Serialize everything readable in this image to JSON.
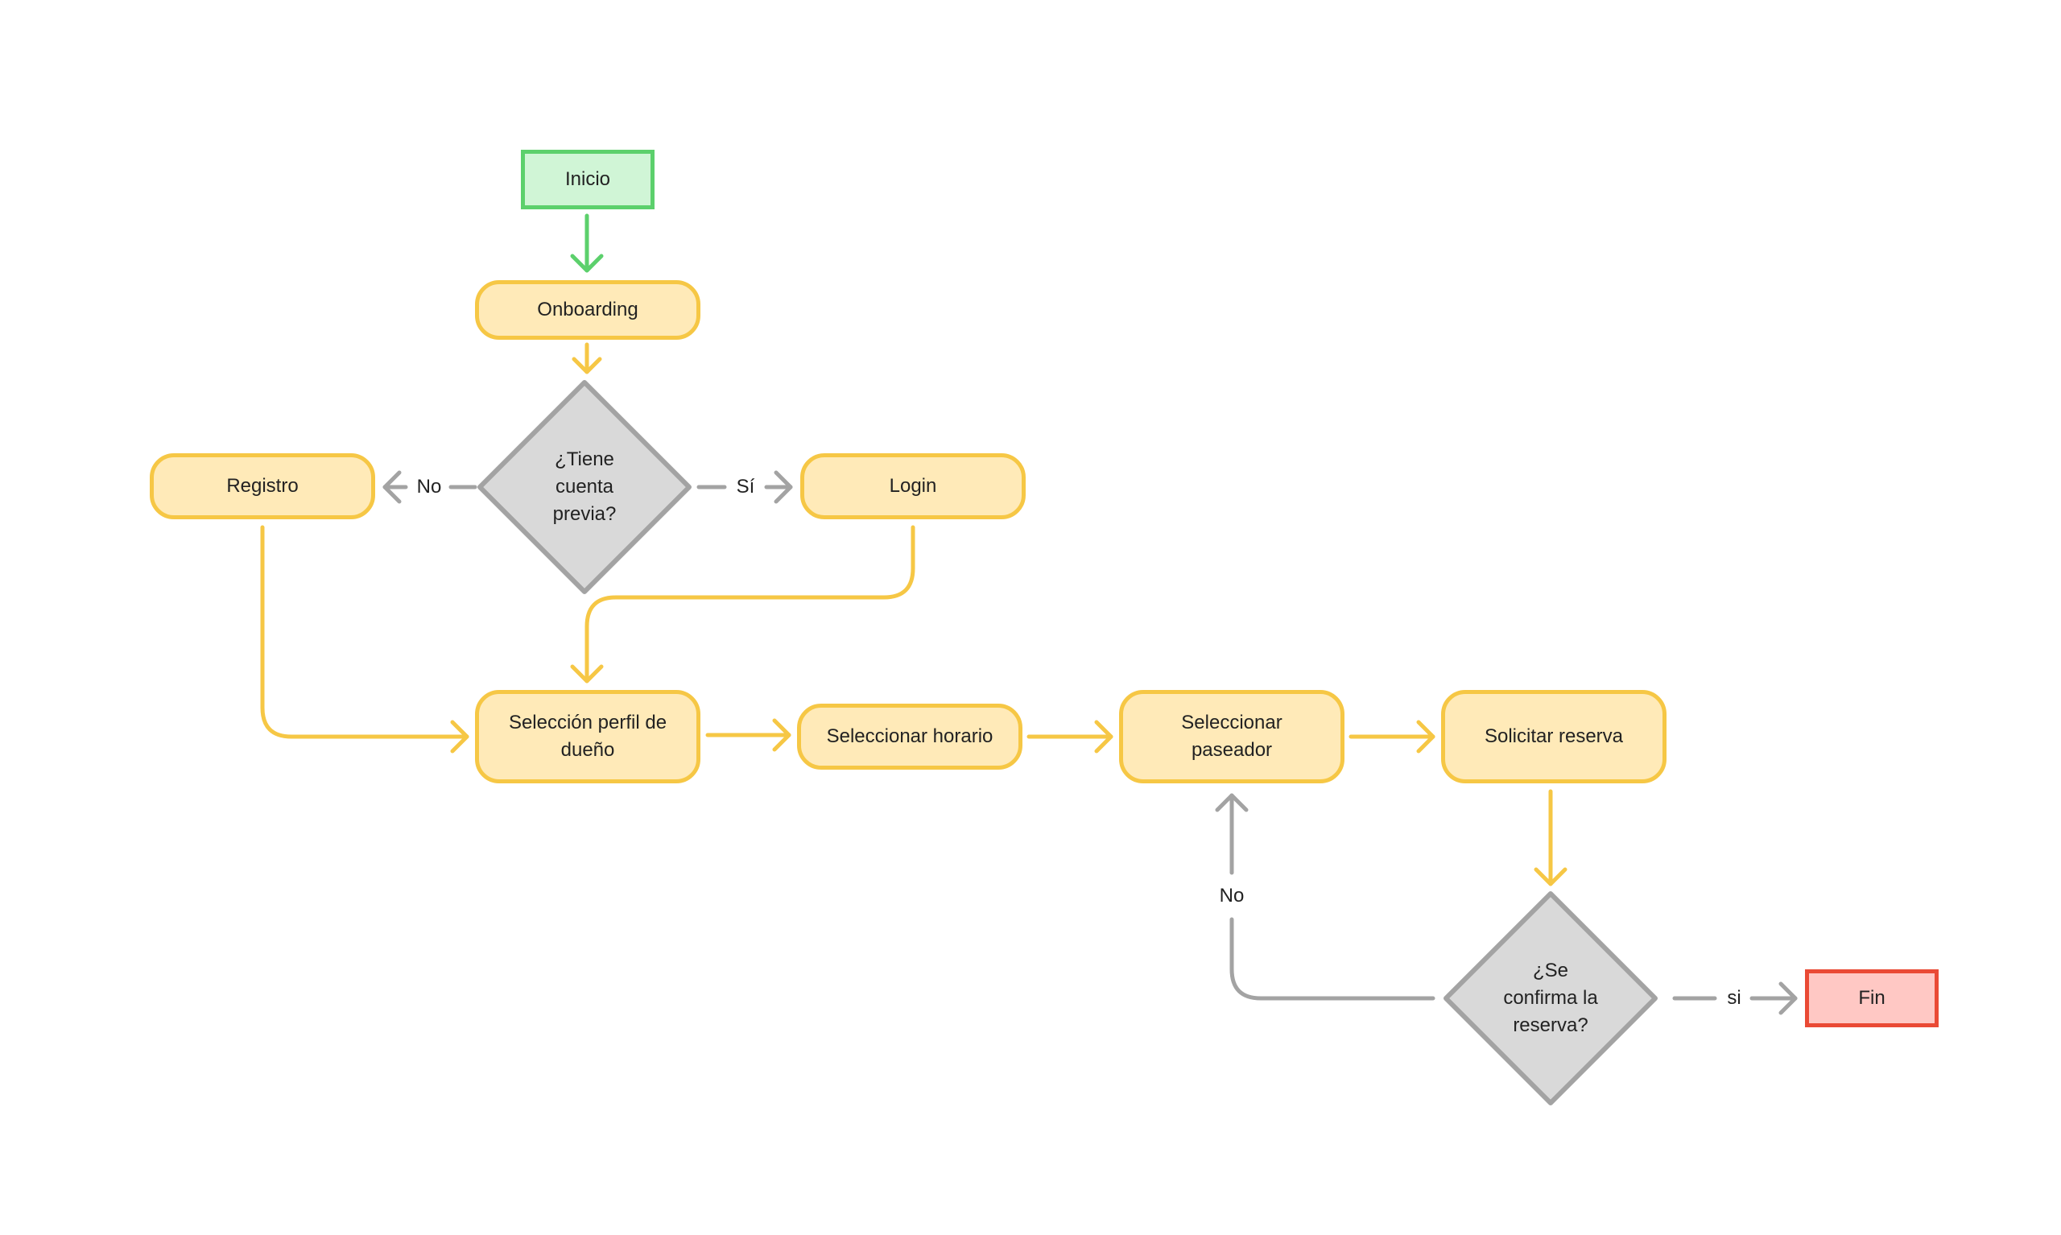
{
  "nodes": {
    "inicio": "Inicio",
    "onboarding": "Onboarding",
    "tiene_cuenta": "¿Tiene cuenta previa?",
    "registro": "Registro",
    "login": "Login",
    "seleccion_perfil": "Selección perfil de dueño",
    "seleccionar_horario": "Seleccionar horario",
    "seleccionar_paseador": "Seleccionar paseador",
    "solicitar_reserva": "Solicitar reserva",
    "confirma_reserva": "¿Se confirma la reserva?",
    "fin": "Fin"
  },
  "edge_labels": {
    "no_registro": "No",
    "si_login": "Sí",
    "no_volver": "No",
    "si_fin": "si"
  },
  "colors": {
    "start_fill": "#d0f5d6",
    "start_stroke": "#5cd06c",
    "process_fill": "#ffeab8",
    "process_stroke": "#f6c745",
    "decision_fill": "#d9d9d9",
    "decision_stroke": "#a3a3a3",
    "end_fill": "#ffc8c4",
    "end_stroke": "#ea4a35"
  }
}
